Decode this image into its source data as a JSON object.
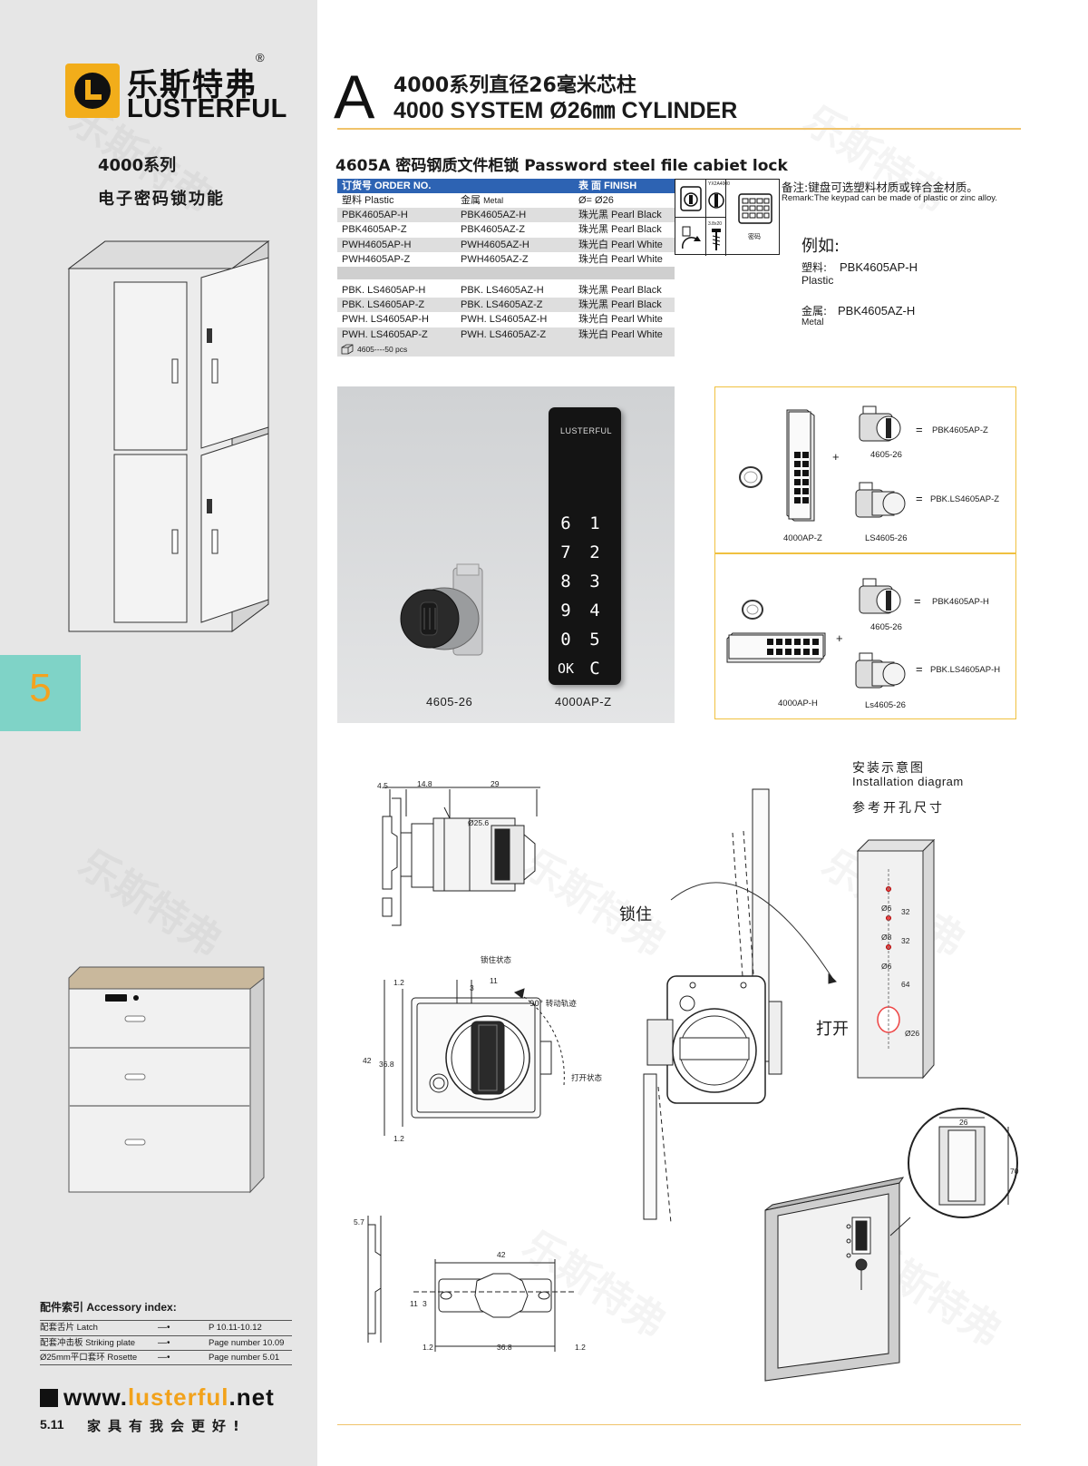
{
  "brand": {
    "name_cn": "乐斯特弗",
    "name_en": "LUSTERFUL",
    "registered": "®"
  },
  "sidebar": {
    "series": "4000系列",
    "function": "电子密码锁功能",
    "page_tab": "5",
    "accessory_title": "配件索引 Accessory index:",
    "accessories": [
      {
        "name": "配套舌片 Latch",
        "ref": "P 10.11-10.12"
      },
      {
        "name": "配套冲击板 Striking plate",
        "ref": "Page number 10.09"
      },
      {
        "name": "Ø25mm平口套环 Rosette",
        "ref": "Page number 5.01"
      }
    ],
    "website": {
      "pre": "www.",
      "mid": "lusterful",
      "post": ".net"
    },
    "page_number": "5.11",
    "slogan": "家具有我会更好!"
  },
  "header": {
    "letter": "A",
    "title_cn": "4000系列直径26毫米芯柱",
    "title_en": "4000 SYSTEM Ø26㎜ CYLINDER"
  },
  "product": {
    "title": "4605A 密码钢质文件柜锁 Password steel file cabiet lock"
  },
  "order_table": {
    "head_order": "订货号 ORDER NO.",
    "head_finish": "表 面 FINISH",
    "plastic": "塑料 Plastic",
    "metal_cn": "金属",
    "metal_en": "Metal",
    "diameter": "Ø=  Ø26",
    "rows": [
      {
        "plastic": "PBK4605AP-H",
        "metal": "PBK4605AZ-H",
        "finish": "珠光黑 Pearl Black"
      },
      {
        "plastic": "PBK4605AP-Z",
        "metal": "PBK4605AZ-Z",
        "finish": "珠光黑 Pearl Black"
      },
      {
        "plastic": "PWH4605AP-H",
        "metal": "PWH4605AZ-H",
        "finish": "珠光白 Pearl White"
      },
      {
        "plastic": "PWH4605AP-Z",
        "metal": "PWH4605AZ-Z",
        "finish": "珠光白 Pearl White"
      },
      {
        "plastic": "PBK. LS4605AP-H",
        "metal": "PBK. LS4605AZ-H",
        "finish": "珠光黑 Pearl Black"
      },
      {
        "plastic": "PBK. LS4605AP-Z",
        "metal": "PBK. LS4605AZ-Z",
        "finish": "珠光黑 Pearl Black"
      },
      {
        "plastic": "PWH. LS4605AP-H",
        "metal": "PWH. LS4605AZ-H",
        "finish": "珠光白 Pearl White"
      },
      {
        "plastic": "PWH. LS4605AP-Z",
        "metal": "PWH. LS4605AZ-Z",
        "finish": "珠光白 Pearl White"
      }
    ],
    "packing": "4605----50 pcs"
  },
  "icons": {
    "code_top": "YX2A4000",
    "code_mid": "3.8x20",
    "keypad_label": "密码"
  },
  "remarks": {
    "cn": "备注:键盘可选塑料材质或锌合金材质。",
    "en": "Remark:The keypad can be made of plastic or zinc alloy."
  },
  "example": {
    "title": "例如:",
    "plastic_cn": "塑料:",
    "plastic_code": "PBK4605AP-H",
    "plastic_en": "Plastic",
    "metal_cn": "金属:",
    "metal_code": "PBK4605AZ-H",
    "metal_en": "Metal"
  },
  "photo": {
    "keypad_logo": "LUSTERFUL",
    "keys": [
      "6",
      "1",
      "7",
      "2",
      "8",
      "3",
      "9",
      "4",
      "0",
      "5",
      "OK",
      "C"
    ],
    "label_cylinder": "4605-26",
    "label_keypad": "4000AP-Z"
  },
  "combinations": {
    "plus": "+",
    "equals": "=",
    "top": {
      "keypad": "4000AP-Z",
      "cyl_a": "4605-26",
      "cyl_b": "LS4605-26",
      "result_a": "PBK4605AP-Z",
      "result_b": "PBK.LS4605AP-Z"
    },
    "bottom": {
      "keypad": "4000AP-H",
      "cyl_a": "4605-26",
      "cyl_b": "Ls4605-26",
      "result_a": "PBK4605AP-H",
      "result_b": "PBK.LS4605AP-H"
    }
  },
  "drawings": {
    "side_dims": {
      "d1": "4.5",
      "d2": "14.8",
      "d3": "29",
      "d4": "Ø25.6"
    },
    "front_dims": {
      "d1": "1.2",
      "d2": "3",
      "d3": "11",
      "d4": "42",
      "d5": "36.8",
      "d6": "1.2"
    },
    "front_labels": {
      "locked": "锁住状态",
      "rotation": "90° 转动轨迹",
      "open": "打开状态"
    },
    "plate_dims": {
      "d1": "5.7",
      "d2": "42",
      "d3": "11",
      "d4": "3",
      "d5": "1.2",
      "d6": "36.8",
      "d7": "1.2"
    }
  },
  "installation": {
    "title_cn": "安装示意图",
    "title_en": "Installation diagram",
    "reference_cn": "参考开孔尺寸",
    "lock_label": "锁住",
    "open_label": "打开",
    "hole_dims": {
      "h1": "Ø6",
      "s1": "32",
      "h2": "Ø8",
      "s2": "32",
      "h3": "Ø6",
      "s3": "64",
      "h4": "Ø26"
    },
    "detail_dims": {
      "w": "26",
      "h": "70"
    }
  },
  "colors": {
    "brand_orange": "#f2ad1a",
    "table_blue": "#2d63b3",
    "tab_teal": "#7fd3c7",
    "border_gold": "#f0c140"
  }
}
